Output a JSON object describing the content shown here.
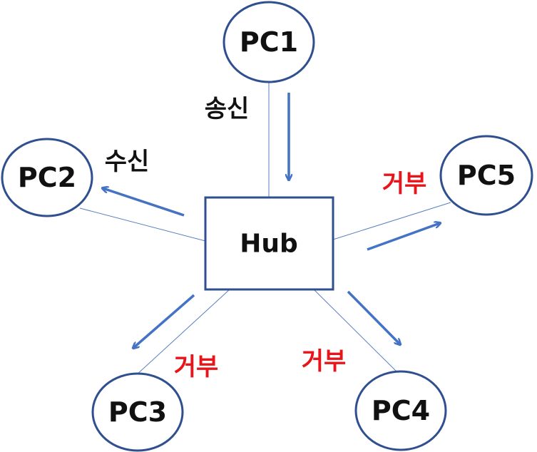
{
  "colors": {
    "outline": "#2f4f8f",
    "thin_line": "#5a7fc0",
    "arrow": "#4472c4",
    "text": "#111111",
    "label_send": "#111111",
    "label_receive": "#111111",
    "label_reject": "#e8141a"
  },
  "hub": {
    "label": "Hub"
  },
  "nodes": [
    {
      "id": "pc1",
      "label": "PC1"
    },
    {
      "id": "pc2",
      "label": "PC2"
    },
    {
      "id": "pc3",
      "label": "PC3"
    },
    {
      "id": "pc4",
      "label": "PC4"
    },
    {
      "id": "pc5",
      "label": "PC5"
    }
  ],
  "edges": [
    {
      "to": "pc1",
      "label": "송신",
      "status": "send",
      "direction": "into-hub"
    },
    {
      "to": "pc2",
      "label": "수신",
      "status": "receive",
      "direction": "out-of-hub"
    },
    {
      "to": "pc3",
      "label": "거부",
      "status": "reject",
      "direction": "out-of-hub"
    },
    {
      "to": "pc4",
      "label": "거부",
      "status": "reject",
      "direction": "out-of-hub"
    },
    {
      "to": "pc5",
      "label": "거부",
      "status": "reject",
      "direction": "out-of-hub"
    }
  ]
}
